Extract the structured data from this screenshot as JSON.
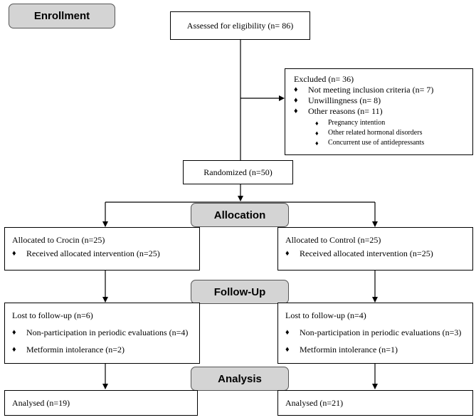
{
  "stages": {
    "enrollment": "Enrollment",
    "allocation": "Allocation",
    "followup": "Follow-Up",
    "analysis": "Analysis"
  },
  "assessed": "Assessed for eligibility (n= 86)",
  "excluded": {
    "title": "Excluded (n= 36)",
    "items": [
      "Not meeting inclusion criteria (n= 7)",
      "Unwillingness (n= 8)",
      "Other reasons (n= 11)"
    ],
    "sub_items": [
      "Pregnancy intention",
      "Other related hormonal disorders",
      "Concurrent use of antidepressants"
    ]
  },
  "randomized": "Randomized (n=50)",
  "left": {
    "allocated": "Allocated to Crocin (n=25)",
    "received": "Received allocated intervention (n=25)",
    "lost": "Lost to follow-up (n=6)",
    "nonparticipation": "Non-participation in periodic evaluations (n=4)",
    "intolerance": "Metformin intolerance (n=2)",
    "analysed": "Analysed (n=19)"
  },
  "right": {
    "allocated": "Allocated to Control (n=25)",
    "received": "Received allocated intervention (n=25)",
    "lost": "Lost to follow-up (n=4)",
    "nonparticipation": "Non-participation in periodic evaluations (n=3)",
    "intolerance": "Metformin intolerance (n=1)",
    "analysed": "Analysed (n=21)"
  }
}
